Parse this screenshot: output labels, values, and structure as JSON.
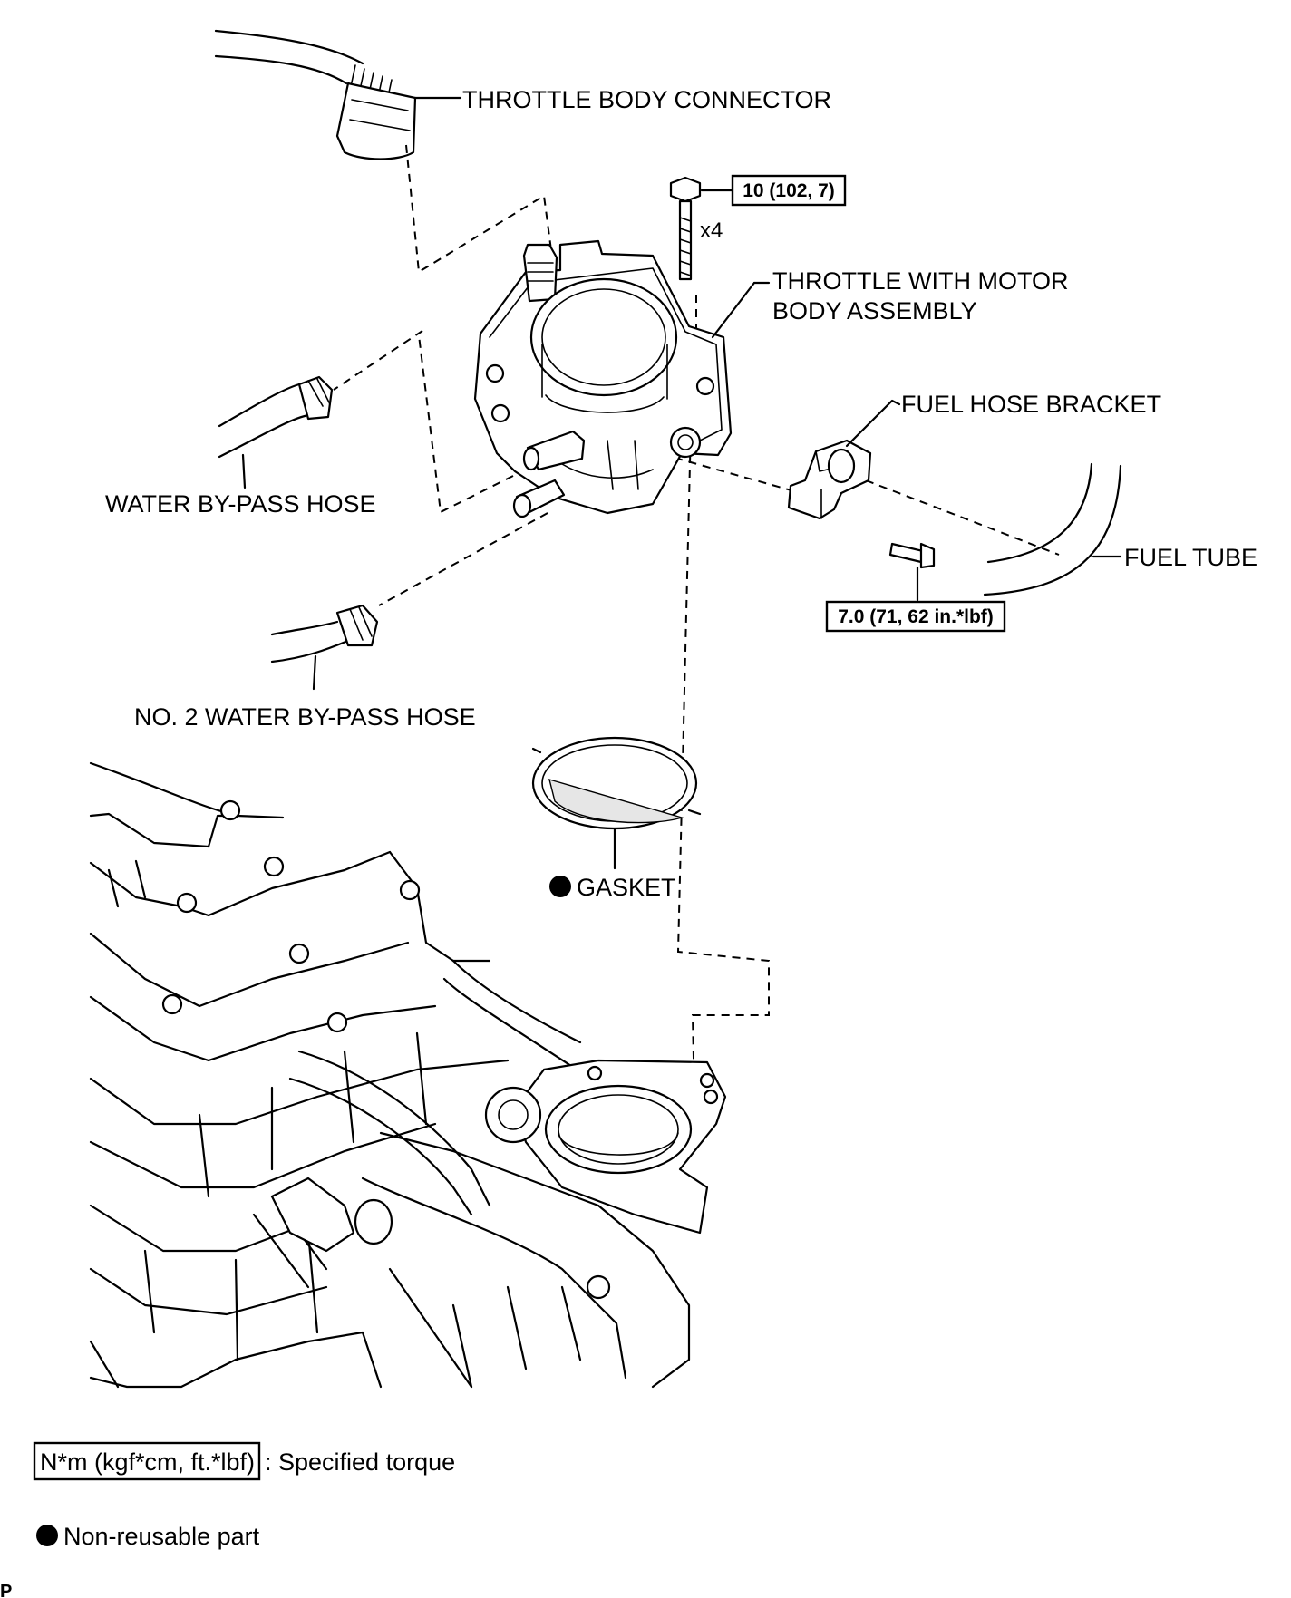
{
  "labels": {
    "throttle_body_connector": "THROTTLE BODY CONNECTOR",
    "throttle_assembly_line1": "THROTTLE WITH MOTOR",
    "throttle_assembly_line2": "BODY ASSEMBLY",
    "fuel_hose_bracket": "FUEL HOSE BRACKET",
    "fuel_tube": "FUEL TUBE",
    "water_bypass_hose": "WATER BY-PASS HOSE",
    "no2_water_bypass_hose": "NO. 2 WATER BY-PASS HOSE",
    "gasket": "GASKET",
    "bolt_count": "x4"
  },
  "torques": {
    "throttle_bolt": "10 (102, 7)",
    "bracket_bolt": "7.0 (71, 62 in.*lbf)"
  },
  "legend": {
    "torque_unit": "N*m (kgf*cm, ft.*lbf)",
    "torque_text": ": Specified torque",
    "nonreusable_text": "Non-reusable part"
  },
  "corner_mark": "P"
}
